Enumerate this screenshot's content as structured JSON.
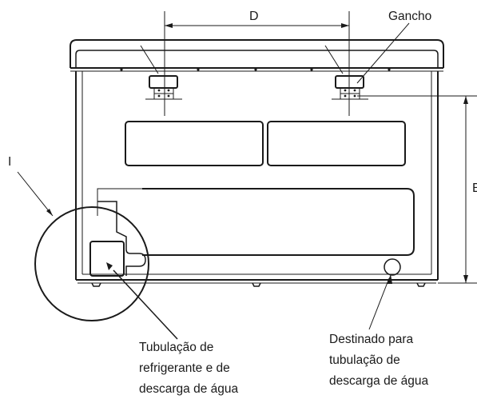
{
  "labels": {
    "dimension_d": "D",
    "dimension_e": "E",
    "gancho": "Gancho",
    "detail_i": "I",
    "left_callout": [
      "Tubulação de",
      "refrigerante e de",
      "descarga de água"
    ],
    "right_callout": [
      "Destinado para",
      "tubulação de",
      "descarga de água"
    ]
  }
}
